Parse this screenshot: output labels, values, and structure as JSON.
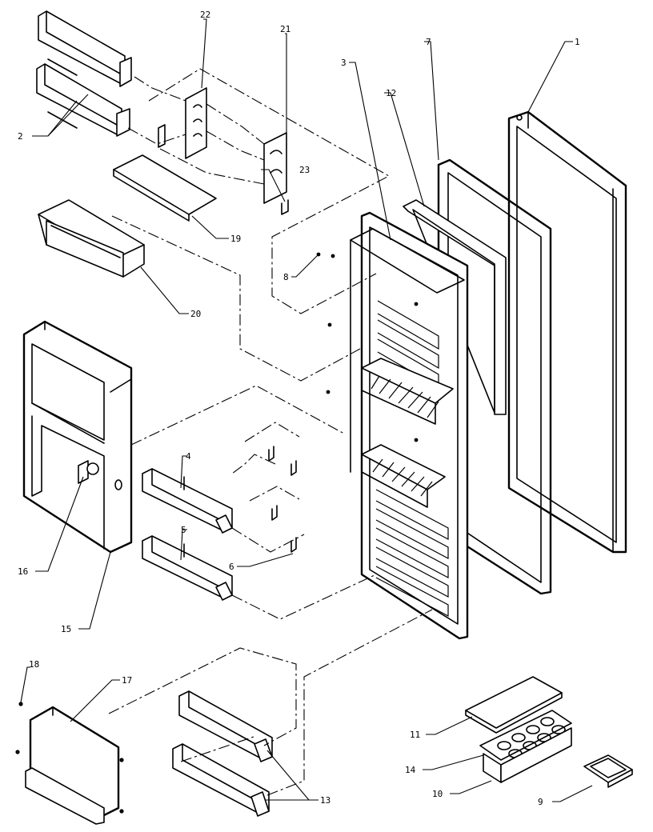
{
  "corner_text": "",
  "callouts": {
    "c1": "1",
    "c2": "2",
    "c3": "3",
    "c4": "4",
    "c5": "5",
    "c6": "6",
    "c7": "7",
    "c8": "8",
    "c9": "9",
    "c10": "10",
    "c11": "11",
    "c12": "12",
    "c13": "13",
    "c14": "14",
    "c15": "15",
    "c16": "16",
    "c17": "17",
    "c18": "18",
    "c19": "19",
    "c20": "20",
    "c21": "21",
    "c22": "22",
    "c23": "23"
  }
}
